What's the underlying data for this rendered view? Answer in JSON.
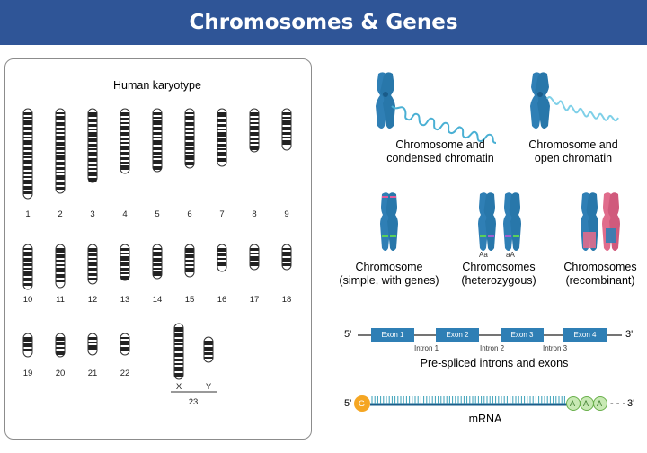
{
  "header": {
    "title": "Chromosomes & Genes"
  },
  "karyotype": {
    "title": "Human karyotype",
    "labels": [
      "1",
      "2",
      "3",
      "4",
      "5",
      "6",
      "7",
      "8",
      "9",
      "10",
      "11",
      "12",
      "13",
      "14",
      "15",
      "16",
      "17",
      "18",
      "19",
      "20",
      "21",
      "22",
      "X",
      "Y",
      "23"
    ]
  },
  "chromatin": {
    "condensed_line1": "Chromosome and",
    "condensed_line2": "condensed chromatin",
    "open_line1": "Chromosome and",
    "open_line2": "open chromatin"
  },
  "genes": {
    "simple_line1": "Chromosome",
    "simple_line2": "(simple, with genes)",
    "het_line1": "Chromosomes",
    "het_line2": "(heterozygous)",
    "rec_line1": "Chromosomes",
    "rec_line2": "(recombinant)",
    "allele_left": "Aa",
    "allele_right": "aA"
  },
  "exons": {
    "five_prime": "5'",
    "three_prime": "3'",
    "exon_labels": [
      "Exon 1",
      "Exon 2",
      "Exon 3",
      "Exon 4"
    ],
    "intron_labels": [
      "Intron 1",
      "Intron 2",
      "Intron 3"
    ],
    "caption": "Pre-spliced introns and exons"
  },
  "mrna": {
    "five_prime": "5'",
    "three_prime": "3'",
    "cap_letter": "G",
    "tail_letters": [
      "A",
      "A",
      "A"
    ],
    "dashes": "- - -",
    "caption": "mRNA"
  },
  "colors": {
    "header": "#2f5597",
    "chromosome": "#2f7fb5",
    "exon": "#2f7fb5",
    "cap": "#f5a623",
    "tail": "#c8e9b4",
    "recombinant": "#e06c8c"
  }
}
